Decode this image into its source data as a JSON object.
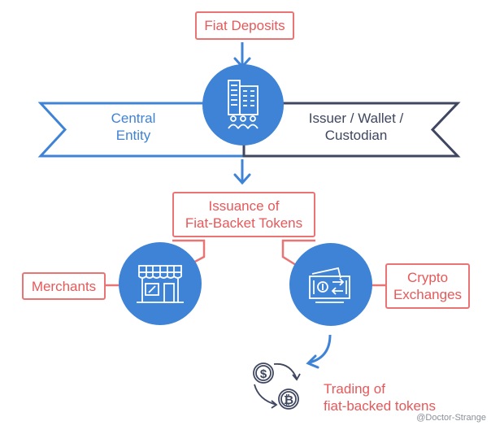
{
  "nodes": {
    "fiat_deposits": "Fiat Deposits",
    "central_entity": "Central\nEntity",
    "issuer": "Issuer / Wallet /\nCustodian",
    "issuance": "Issuance of\nFiat-Backet Tokens",
    "merchants": "Merchants",
    "crypto_exchanges": "Crypto\nExchanges",
    "trading": "Trading of\nfiat-backed tokens"
  },
  "watermark": "@Doctor-Strange",
  "colors": {
    "blue": "#3f83d6",
    "coral": "#ea7374",
    "dark": "#3f4760",
    "white": "#ffffff"
  },
  "icons": {
    "top_circle": "office-building-people-icon",
    "left_circle": "storefront-icon",
    "right_circle": "cash-exchange-icon",
    "trading": "dollar-bitcoin-exchange-icon"
  }
}
